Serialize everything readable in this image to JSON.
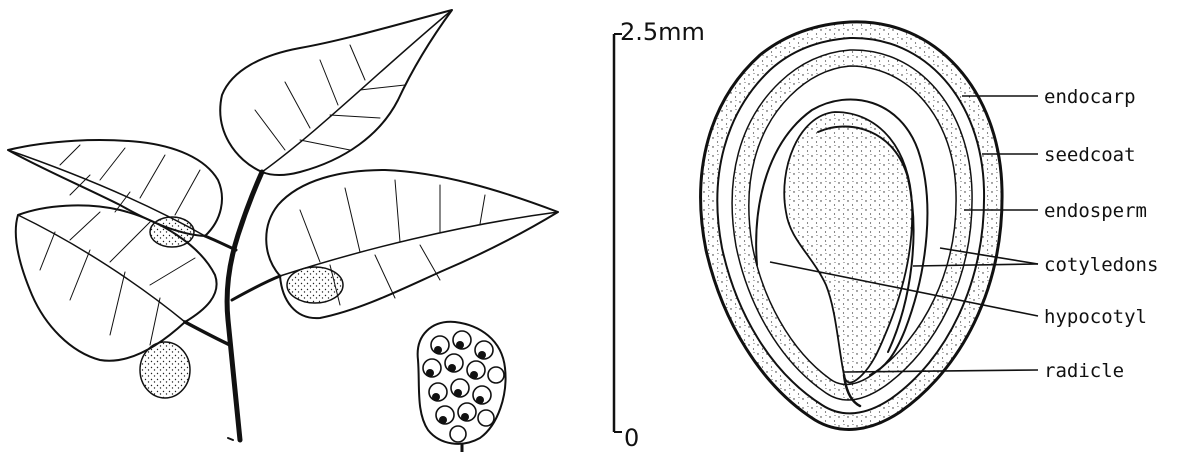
{
  "scale_bar": {
    "top_label": "2.5mm",
    "bottom_label": "0"
  },
  "seed_labels": [
    {
      "key": "endocarp",
      "text": "endocarp"
    },
    {
      "key": "seedcoat",
      "text": "seedcoat"
    },
    {
      "key": "endosperm",
      "text": "endosperm"
    },
    {
      "key": "cotyledons",
      "text": "cotyledons"
    },
    {
      "key": "hypocotyl",
      "text": "hypocotyl"
    },
    {
      "key": "radicle",
      "text": "radicle"
    }
  ],
  "colors": {
    "ink": "#111111",
    "background": "#ffffff"
  }
}
